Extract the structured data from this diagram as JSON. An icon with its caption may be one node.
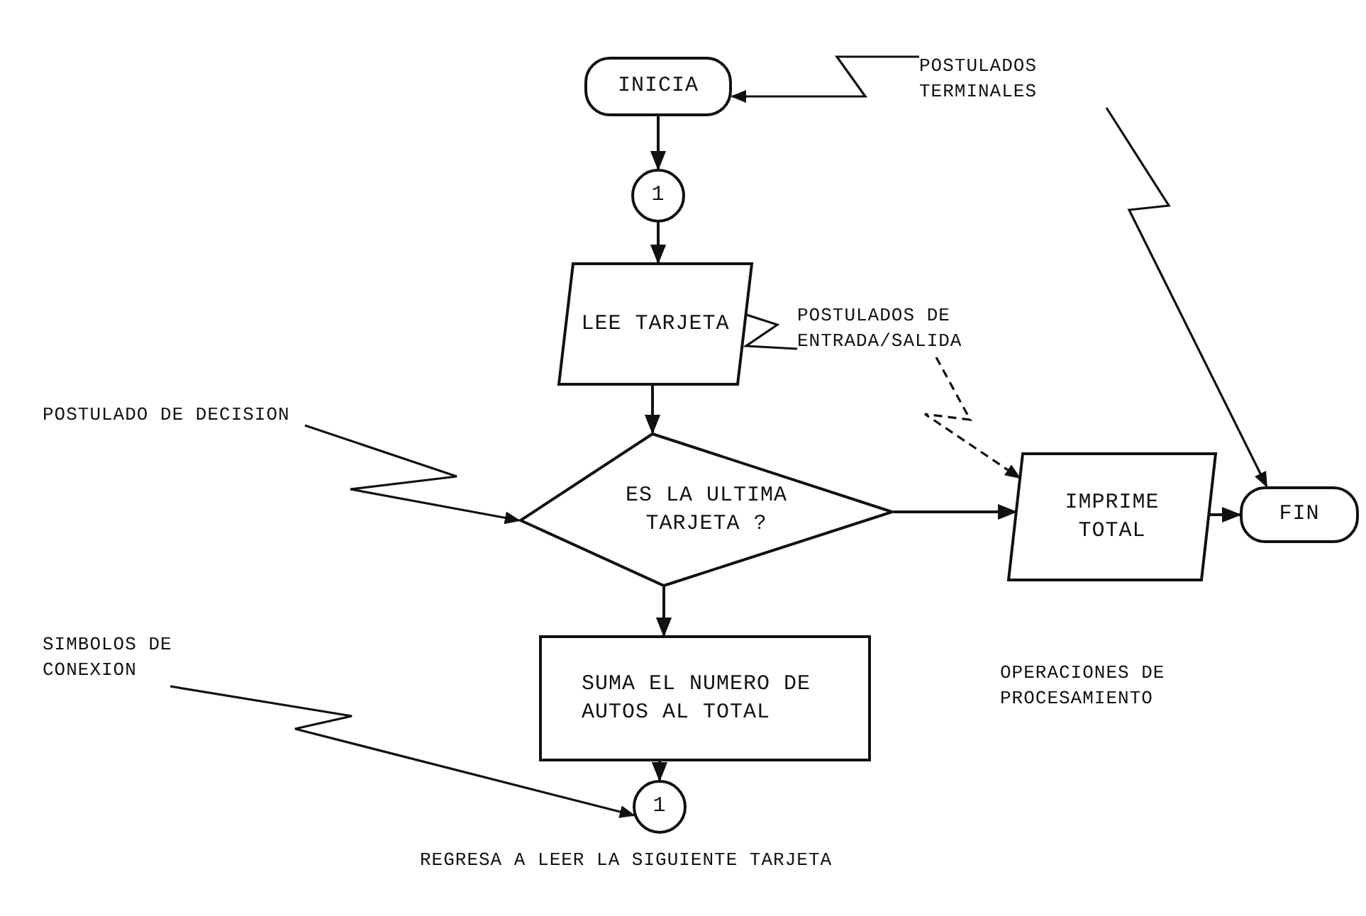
{
  "diagram": {
    "nodes": [
      {
        "text": [
          "INICIA"
        ]
      },
      {
        "text": [
          "1"
        ]
      },
      {
        "text": [
          "LEE TARJETA"
        ]
      },
      {
        "text": [
          "ES LA ULTIMA TARJETA ?"
        ]
      },
      {
        "text": [
          "IMPRIME TOTAL"
        ]
      },
      {
        "text": [
          "FIN"
        ]
      },
      {
        "text": [
          "SUMA EL NUMERO DE AUTOS AL TOTAL"
        ]
      },
      {
        "text": [
          "1"
        ]
      },
      {
        "text": [
          "POSTULADOS TERMINALES"
        ]
      },
      {
        "text": [
          "POSTULADOS DE ENTRADA/SALIDA"
        ]
      },
      {
        "text": [
          "POSTULADO DE DECISION"
        ]
      },
      {
        "text": [
          "SIMBOLOS DE CONEXION"
        ]
      }
    ],
    "edges": [
      {
        "from": 0,
        "to": 1,
        "arrow": "to"
      },
      {
        "from": 1,
        "to": 2,
        "arrow": "to"
      },
      {
        "from": 2,
        "to": 3,
        "arrow": "to"
      },
      {
        "from": 3,
        "to": 4,
        "arrow": "to"
      },
      {
        "from": 3,
        "to": 6,
        "arrow": "to"
      },
      {
        "from": 4,
        "to": 5,
        "arrow": "to"
      },
      {
        "from": 6,
        "to": 7,
        "arrow": "to"
      },
      {
        "from": 8,
        "to": 0,
        "arrow": "to"
      },
      {
        "from": 8,
        "to": 5,
        "arrow": "to"
      },
      {
        "from": 9,
        "to": 2,
        "arrow": "none"
      },
      {
        "from": 9,
        "to": 4,
        "arrow": "to",
        "style": "dashed"
      },
      {
        "from": 10,
        "to": 3,
        "arrow": "to"
      },
      {
        "from": 11,
        "to": 7,
        "arrow": "to"
      }
    ],
    "labels": [
      "OPERACIONES DE PROCESAMIENTO",
      "REGRESA A LEER LA SIGUIENTE TARJETA"
    ]
  }
}
